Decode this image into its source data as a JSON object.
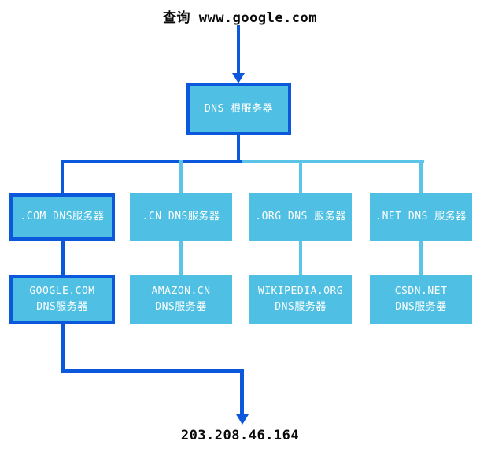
{
  "diagram": {
    "title": "查询 www.google.com",
    "root": {
      "label": "DNS 根服务器"
    },
    "tld_servers": [
      {
        "label": ".COM DNS服务器",
        "highlighted": true
      },
      {
        "label": ".CN DNS服务器",
        "highlighted": false
      },
      {
        "label": ".ORG DNS 服务器",
        "highlighted": false
      },
      {
        "label": ".NET DNS 服务器",
        "highlighted": false
      }
    ],
    "authoritative_servers": [
      {
        "label_line1": "GOOGLE.COM",
        "label_line2": "DNS服务器",
        "highlighted": true
      },
      {
        "label_line1": "AMAZON.CN",
        "label_line2": "DNS服务器",
        "highlighted": false
      },
      {
        "label_line1": "WIKIPEDIA.ORG",
        "label_line2": "DNS服务器",
        "highlighted": false
      },
      {
        "label_line1": "CSDN.NET",
        "label_line2": "DNS服务器",
        "highlighted": false
      }
    ],
    "result_ip": "203.208.46.164",
    "colors": {
      "highlight": "#0b58dc",
      "box_fill": "#4fc0e4",
      "connector_light": "#5cc4e8",
      "text_on_box": "#ffffff",
      "text": "#0a0a0a"
    }
  }
}
